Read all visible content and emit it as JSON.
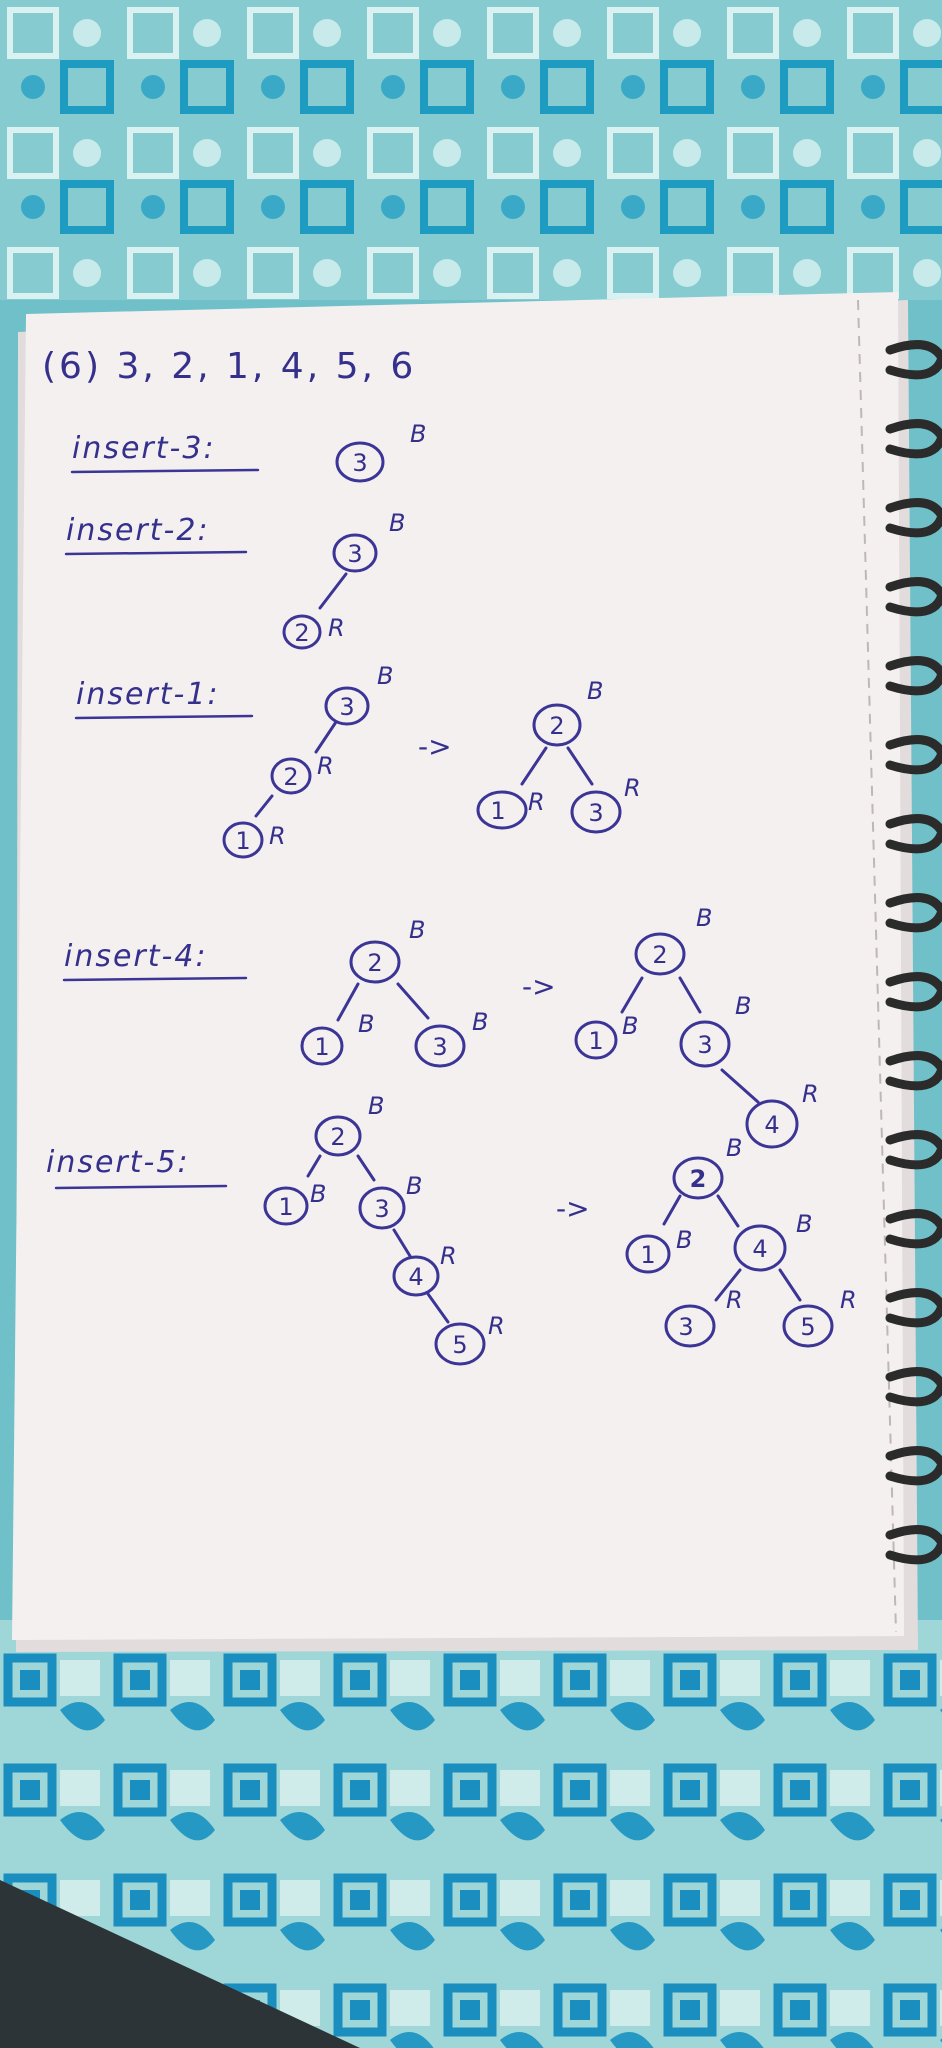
{
  "title": "(6) 3, 2, 1, 4, 5, 6",
  "colors": {
    "ink": "#3b3596",
    "paper": "#f4efef",
    "tablecloth_light": "#7fc9cf",
    "tablecloth_dark": "#1c8fbb",
    "spiral": "#2b2b2b"
  },
  "steps": [
    {
      "label": "insert-3:"
    },
    {
      "label": "insert-2:"
    },
    {
      "label": "insert-1:"
    },
    {
      "label": "insert-4:"
    },
    {
      "label": "insert-5:"
    }
  ],
  "arrow": "->",
  "trees": {
    "t1": [
      {
        "key": "3",
        "color": "B"
      }
    ],
    "t2": [
      {
        "key": "3",
        "color": "B"
      },
      {
        "key": "2",
        "color": "R"
      }
    ],
    "t3a": [
      {
        "key": "3",
        "color": "B"
      },
      {
        "key": "2",
        "color": "R"
      },
      {
        "key": "1",
        "color": "R"
      }
    ],
    "t3b": [
      {
        "key": "2",
        "color": "B"
      },
      {
        "key": "1",
        "color": "R"
      },
      {
        "key": "3",
        "color": "R"
      }
    ],
    "t4a": [
      {
        "key": "2",
        "color": "B"
      },
      {
        "key": "1",
        "color": "B"
      },
      {
        "key": "3",
        "color": "B"
      }
    ],
    "t4b": [
      {
        "key": "2",
        "color": "B"
      },
      {
        "key": "1",
        "color": "B"
      },
      {
        "key": "3",
        "color": "B"
      },
      {
        "key": "4",
        "color": "R"
      }
    ],
    "t5a": [
      {
        "key": "2",
        "color": "B"
      },
      {
        "key": "1",
        "color": "B"
      },
      {
        "key": "3",
        "color": "B"
      },
      {
        "key": "4",
        "color": "R"
      },
      {
        "key": "5",
        "color": "R"
      }
    ],
    "t5b": [
      {
        "key": "2",
        "color": "B"
      },
      {
        "key": "1",
        "color": "B"
      },
      {
        "key": "4",
        "color": "B"
      },
      {
        "key": "3",
        "color": "R"
      },
      {
        "key": "5",
        "color": "R"
      }
    ]
  }
}
